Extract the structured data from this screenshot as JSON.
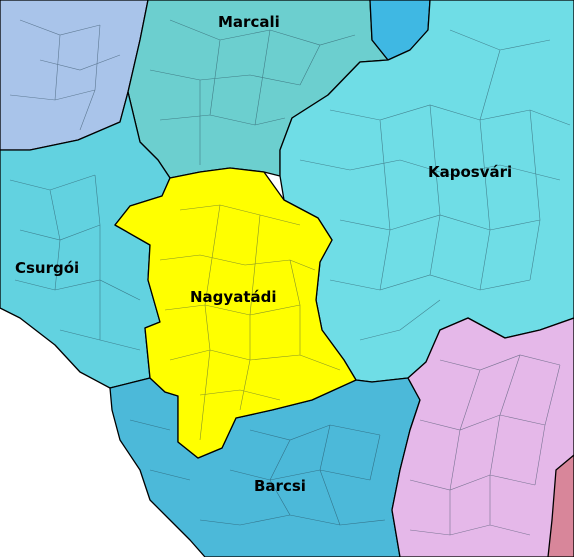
{
  "map": {
    "districts": [
      {
        "id": "marcali",
        "label": "Marcali",
        "color": "#6ccfcf"
      },
      {
        "id": "kaposvari",
        "label": "Kaposvári",
        "color": "#6fdde6"
      },
      {
        "id": "csurgoi",
        "label": "Csurgói",
        "color": "#62d2e0"
      },
      {
        "id": "nagyatadi",
        "label": "Nagyatádi",
        "color": "#ffff00"
      },
      {
        "id": "barcsi",
        "label": "Barcsi",
        "color": "#4cb9d9"
      }
    ],
    "other_colors": {
      "northwest": "#a9c4ea",
      "southeast": "#e5b8e9",
      "top_right_blue": "#3fb8e3",
      "far_se_pink": "#d8869a",
      "background": "#ffffff"
    }
  }
}
